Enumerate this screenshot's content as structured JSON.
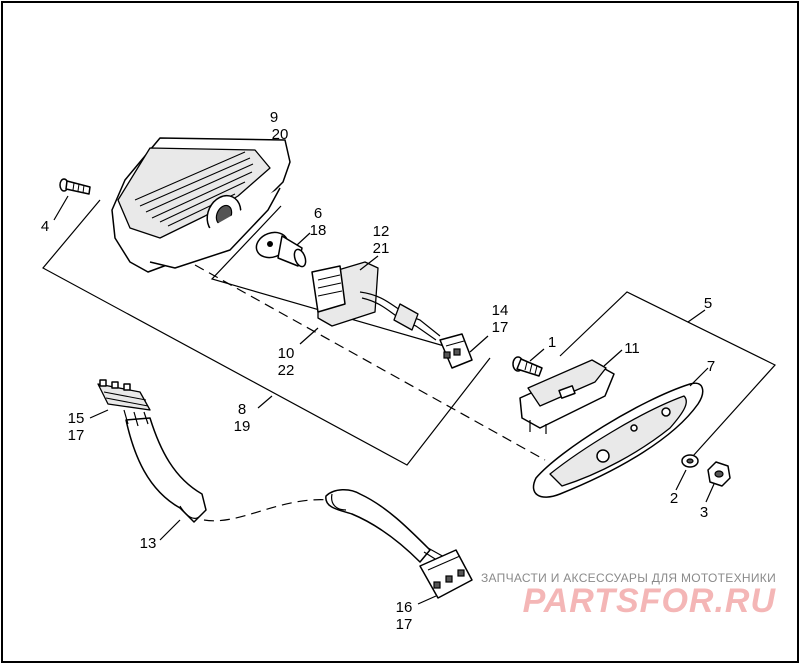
{
  "callouts": {
    "c1": "1",
    "c2": "2",
    "c3": "3",
    "c4": "4",
    "c5": "5",
    "c6_18": [
      "6",
      "18"
    ],
    "c7": "7",
    "c8_19": [
      "8",
      "19"
    ],
    "c9_20": [
      "9",
      "20"
    ],
    "c10_22": [
      "10",
      "22"
    ],
    "c11": "11",
    "c12_21": [
      "12",
      "21"
    ],
    "c13": "13",
    "c14_17": [
      "14",
      "17"
    ],
    "c15_17": [
      "15",
      "17"
    ],
    "c16_17": [
      "16",
      "17"
    ]
  },
  "watermark": {
    "tagline": "ЗАПЧАСТИ И АКСЕССУАРЫ ДЛЯ МОТОТЕХНИКИ",
    "brand": "PARTSFOR.RU"
  }
}
